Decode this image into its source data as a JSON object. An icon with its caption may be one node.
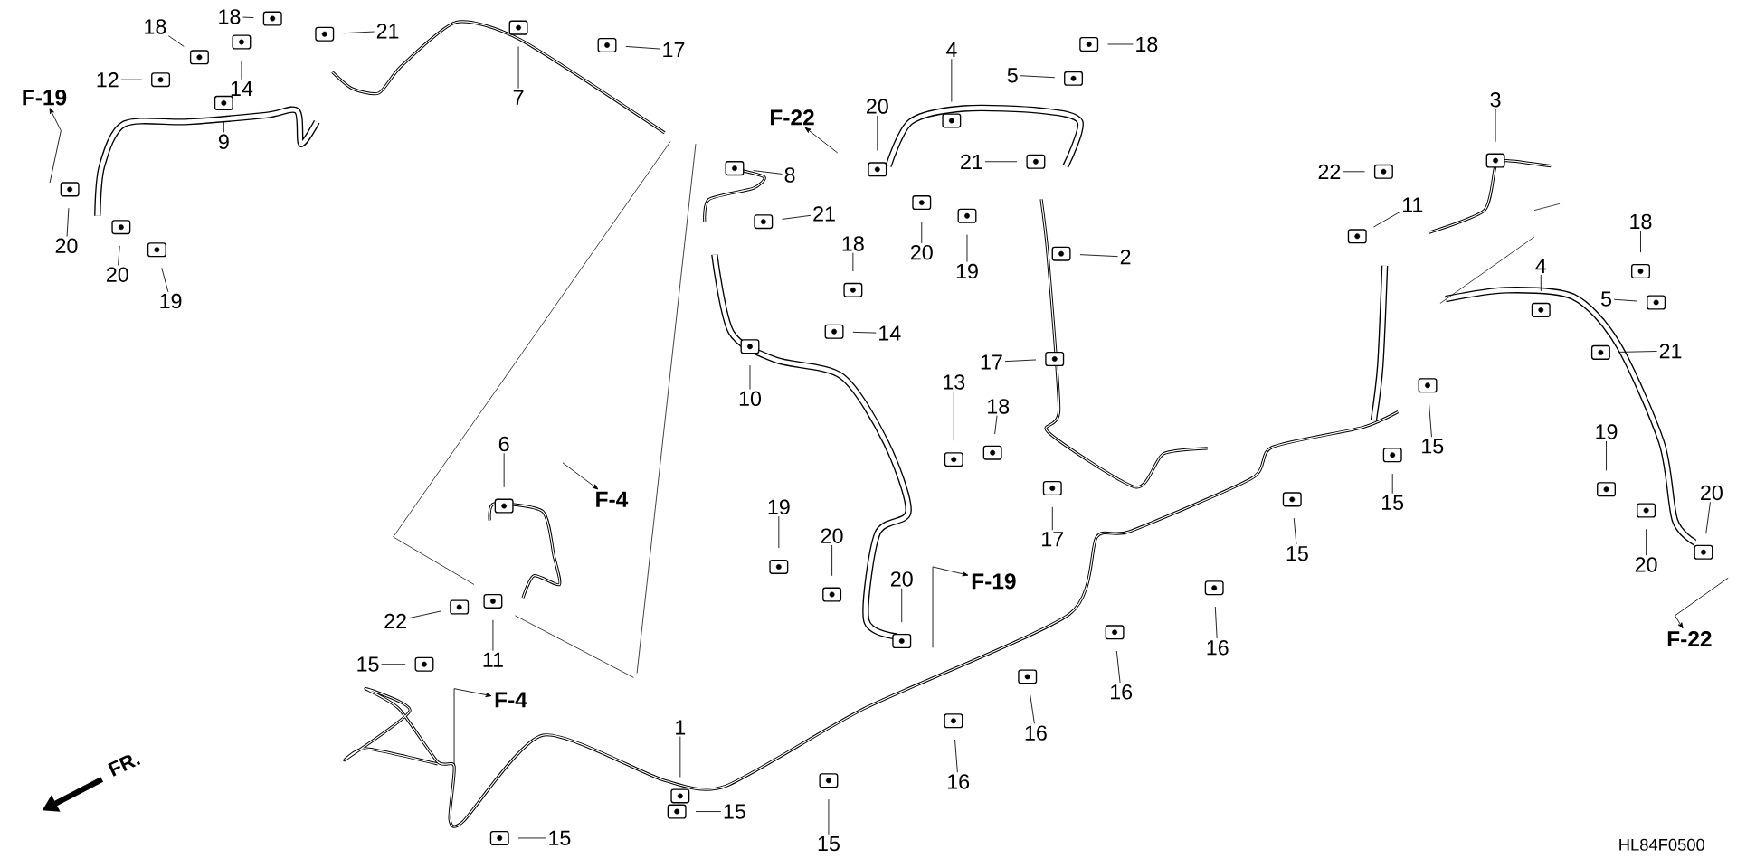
{
  "diagram": {
    "nodes": [
      {
        "text": [
          "18"
        ]
      },
      {
        "text": [
          "18"
        ]
      },
      {
        "text": [
          "21"
        ]
      },
      {
        "text": [
          "12"
        ]
      },
      {
        "text": [
          "14"
        ]
      },
      {
        "text": [
          "F-19"
        ]
      },
      {
        "text": [
          "7"
        ]
      },
      {
        "text": [
          "17"
        ]
      },
      {
        "text": [
          "4"
        ]
      },
      {
        "text": [
          "18"
        ]
      },
      {
        "text": [
          "5"
        ]
      },
      {
        "text": [
          "9"
        ]
      },
      {
        "text": [
          "F-22"
        ]
      },
      {
        "text": [
          "20"
        ]
      },
      {
        "text": [
          "21"
        ]
      },
      {
        "text": [
          "8"
        ]
      },
      {
        "text": [
          "3"
        ]
      },
      {
        "text": [
          "22"
        ]
      },
      {
        "text": [
          "11"
        ]
      },
      {
        "text": [
          "21"
        ]
      },
      {
        "text": [
          "18"
        ]
      },
      {
        "text": [
          "20"
        ]
      },
      {
        "text": [
          "20"
        ]
      },
      {
        "text": [
          "2"
        ]
      },
      {
        "text": [
          "18"
        ]
      },
      {
        "text": [
          "4"
        ]
      },
      {
        "text": [
          "19"
        ]
      },
      {
        "text": [
          "20"
        ]
      },
      {
        "text": [
          "19"
        ]
      },
      {
        "text": [
          "5"
        ]
      },
      {
        "text": [
          "14"
        ]
      },
      {
        "text": [
          "21"
        ]
      },
      {
        "text": [
          "17"
        ]
      },
      {
        "text": [
          "13"
        ]
      },
      {
        "text": [
          "10"
        ]
      },
      {
        "text": [
          "18"
        ]
      },
      {
        "text": [
          "19"
        ]
      },
      {
        "text": [
          "6"
        ]
      },
      {
        "text": [
          "15"
        ]
      },
      {
        "text": [
          "F-4"
        ]
      },
      {
        "text": [
          "20"
        ]
      },
      {
        "text": [
          "15"
        ]
      },
      {
        "text": [
          "19"
        ]
      },
      {
        "text": [
          "17"
        ]
      },
      {
        "text": [
          "20"
        ]
      },
      {
        "text": [
          "15"
        ]
      },
      {
        "text": [
          "20"
        ]
      },
      {
        "text": [
          "F-19"
        ]
      },
      {
        "text": [
          "20"
        ]
      },
      {
        "text": [
          "22"
        ]
      },
      {
        "text": [
          "16"
        ]
      },
      {
        "text": [
          "F-22"
        ]
      },
      {
        "text": [
          "11"
        ]
      },
      {
        "text": [
          "15"
        ]
      },
      {
        "text": [
          "16"
        ]
      },
      {
        "text": [
          "F-4"
        ]
      },
      {
        "text": [
          "1"
        ]
      },
      {
        "text": [
          "16"
        ]
      },
      {
        "text": [
          "16"
        ]
      },
      {
        "text": [
          "15"
        ]
      },
      {
        "text": [
          "15"
        ]
      },
      {
        "text": [
          "15"
        ]
      }
    ],
    "edges": [
      {
        "from": 0,
        "to": null,
        "arrow": "none"
      },
      {
        "from": 1,
        "to": null,
        "arrow": "none"
      },
      {
        "from": 2,
        "to": null,
        "arrow": "none"
      },
      {
        "from": 3,
        "to": null,
        "arrow": "none"
      },
      {
        "from": 4,
        "to": null,
        "arrow": "none"
      },
      {
        "from": null,
        "to": 5,
        "arrow": "to"
      },
      {
        "from": 6,
        "to": null,
        "arrow": "none"
      },
      {
        "from": 7,
        "to": null,
        "arrow": "none"
      },
      {
        "from": 8,
        "to": null,
        "arrow": "none"
      },
      {
        "from": 9,
        "to": null,
        "arrow": "none"
      },
      {
        "from": 10,
        "to": null,
        "arrow": "none"
      },
      {
        "from": 11,
        "to": null,
        "arrow": "none"
      },
      {
        "from": null,
        "to": 12,
        "arrow": "to"
      },
      {
        "from": 13,
        "to": null,
        "arrow": "none"
      },
      {
        "from": 14,
        "to": null,
        "arrow": "none"
      },
      {
        "from": 15,
        "to": null,
        "arrow": "none"
      },
      {
        "from": 16,
        "to": null,
        "arrow": "none"
      },
      {
        "from": 17,
        "to": null,
        "arrow": "none"
      },
      {
        "from": 18,
        "to": null,
        "arrow": "none"
      },
      {
        "from": 19,
        "to": null,
        "arrow": "none"
      },
      {
        "from": 20,
        "to": null,
        "arrow": "none"
      },
      {
        "from": 21,
        "to": null,
        "arrow": "none"
      },
      {
        "from": 22,
        "to": null,
        "arrow": "none"
      },
      {
        "from": 23,
        "to": null,
        "arrow": "none"
      },
      {
        "from": 24,
        "to": null,
        "arrow": "none"
      },
      {
        "from": 25,
        "to": null,
        "arrow": "none"
      },
      {
        "from": 26,
        "to": null,
        "arrow": "none"
      },
      {
        "from": 27,
        "to": null,
        "arrow": "none"
      },
      {
        "from": 28,
        "to": null,
        "arrow": "none"
      },
      {
        "from": 29,
        "to": null,
        "arrow": "none"
      },
      {
        "from": 30,
        "to": null,
        "arrow": "none"
      },
      {
        "from": 31,
        "to": null,
        "arrow": "none"
      },
      {
        "from": 32,
        "to": null,
        "arrow": "none"
      },
      {
        "from": 33,
        "to": null,
        "arrow": "none"
      },
      {
        "from": 34,
        "to": null,
        "arrow": "none"
      },
      {
        "from": 35,
        "to": null,
        "arrow": "none"
      },
      {
        "from": 36,
        "to": null,
        "arrow": "none"
      },
      {
        "from": 37,
        "to": null,
        "arrow": "none"
      },
      {
        "from": 38,
        "to": null,
        "arrow": "none"
      },
      {
        "from": null,
        "to": 39,
        "arrow": "to"
      },
      {
        "from": 40,
        "to": null,
        "arrow": "none"
      },
      {
        "from": 41,
        "to": null,
        "arrow": "none"
      },
      {
        "from": 42,
        "to": null,
        "arrow": "none"
      },
      {
        "from": 43,
        "to": null,
        "arrow": "none"
      },
      {
        "from": 44,
        "to": null,
        "arrow": "none"
      },
      {
        "from": 45,
        "to": null,
        "arrow": "none"
      },
      {
        "from": 46,
        "to": null,
        "arrow": "none"
      },
      {
        "from": null,
        "to": 47,
        "arrow": "to"
      },
      {
        "from": 48,
        "to": null,
        "arrow": "none"
      },
      {
        "from": 49,
        "to": null,
        "arrow": "none"
      },
      {
        "from": 50,
        "to": null,
        "arrow": "none"
      },
      {
        "from": null,
        "to": 51,
        "arrow": "to"
      },
      {
        "from": 52,
        "to": null,
        "arrow": "none"
      },
      {
        "from": 53,
        "to": null,
        "arrow": "none"
      },
      {
        "from": 54,
        "to": null,
        "arrow": "none"
      },
      {
        "from": null,
        "to": 55,
        "arrow": "to"
      },
      {
        "from": 56,
        "to": null,
        "arrow": "none"
      },
      {
        "from": 57,
        "to": null,
        "arrow": "none"
      },
      {
        "from": 58,
        "to": null,
        "arrow": "none"
      },
      {
        "from": 59,
        "to": null,
        "arrow": "none"
      },
      {
        "from": 60,
        "to": null,
        "arrow": "none"
      },
      {
        "from": 61,
        "to": null,
        "arrow": "none"
      }
    ],
    "labels": [
      "FR.",
      "HL84F0500"
    ]
  }
}
